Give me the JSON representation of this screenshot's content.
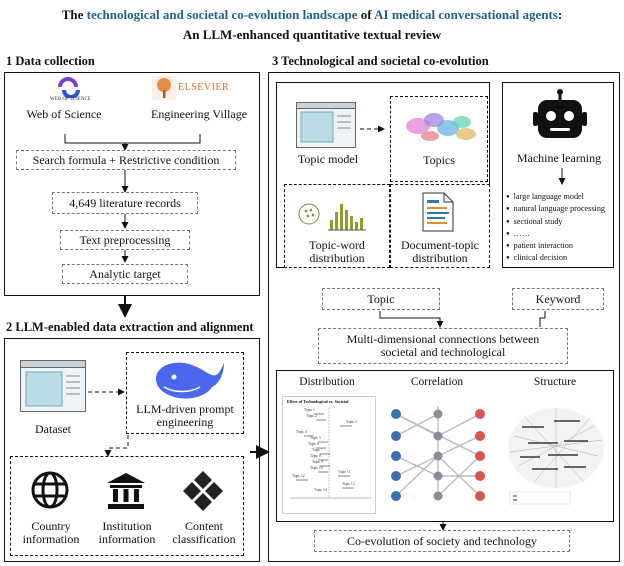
{
  "title": {
    "line1_pre": "The ",
    "line1_hl": "technological and societal co-evolution landscape",
    "line1_mid": " of ",
    "line1_hl2": "AI medical conversational agents",
    "line1_post": ":",
    "line2": "An LLM-enhanced quantitative textual review"
  },
  "section1": {
    "heading": "1 Data collection",
    "sources": [
      "Web of Science",
      "Engineering Village"
    ],
    "logo_wos_text": "WEB OF SCIENCE",
    "logo_elsevier_text": "ELSEVIER",
    "steps": [
      "Search formula + Restrictive condition",
      "4,649 literature records",
      "Text preprocessing",
      "Analytic target"
    ]
  },
  "section2": {
    "heading": "2 LLM-enabled data extraction and alignment",
    "dataset": "Dataset",
    "engine_line1": "LLM-driven prompt",
    "engine_line2": "engineering",
    "outputs": [
      {
        "line1": "Country",
        "line2": "information",
        "icon": "globe-icon"
      },
      {
        "line1": "Institution",
        "line2": "information",
        "icon": "institution-icon"
      },
      {
        "line1": "Content",
        "line2": "classification",
        "icon": "diamond-grid-icon"
      }
    ]
  },
  "section3": {
    "heading": "3 Technological and societal co-evolution",
    "topic_model": "Topic model",
    "topics": "Topics",
    "topic_word_1": "Topic-word",
    "topic_word_2": "distribution",
    "doc_topic_1": "Document-topic",
    "doc_topic_2": "distribution",
    "machine_learning": "Machine learning",
    "ml_items": [
      "large language model",
      "natural language processing",
      "sectional study",
      "……",
      "patient interaction",
      "clinical decision"
    ],
    "topic_box": "Topic",
    "keyword_box": "Keyword",
    "connections_line1": "Multi-dimensional connections between",
    "connections_line2": "societal and technological",
    "analysis_headers": [
      "Distribution",
      "Correlation",
      "Structure"
    ],
    "mini_chart_title": "Effect of Technological vs. Societal",
    "mini_chart_labels": [
      "Topic 1",
      "Topic 2",
      "Topic 3",
      "Topic 4",
      "Topic 5",
      "Topic 6",
      "Topic 7",
      "Topic 8",
      "Topic 9",
      "Topic 10",
      "Topic 11",
      "Topic 12",
      "Topic 13",
      "Topic 14"
    ],
    "final": "Co-evolution of society and technology"
  }
}
